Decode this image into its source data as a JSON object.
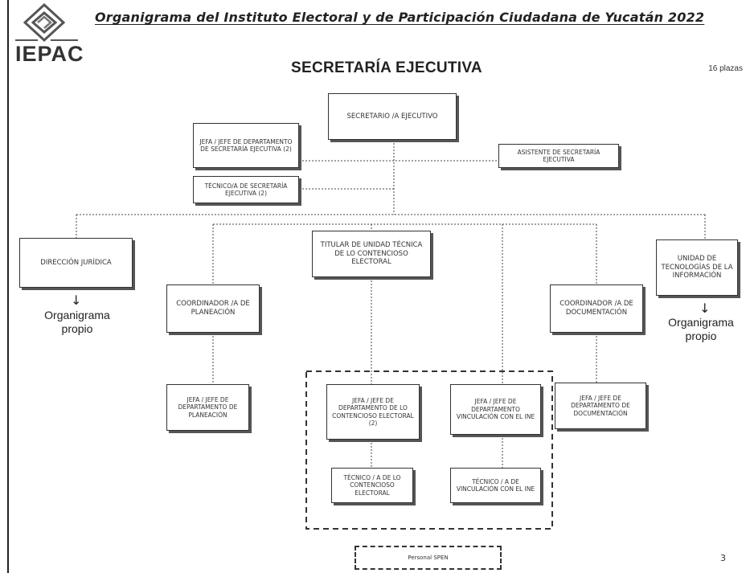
{
  "header": {
    "title": "Organigrama del Instituto Electoral y de Participación Ciudadana de Yucatán 2022",
    "logo_text": "IEPAC",
    "section": "SECRETARÍA EJECUTIVA",
    "plazas": "16 plazas"
  },
  "boxes": {
    "secretario": "SECRETARIO /A EJECUTIVO",
    "jefe_secretaria": "JEFA / JEFE DE DEPARTAMENTO DE SECRETARÍA EJECUTIVA (2)",
    "asistente": "ASISTENTE DE SECRETARÍA EJECUTIVA",
    "tecnico_secretaria": "TÉCNICO/A DE SECRETARÍA EJECUTIVA (2)",
    "direccion_juridica": "DIRECCIÓN JURÍDICA",
    "titular_contencioso": "TITULAR DE UNIDAD TÉCNICA DE LO CONTENCIOSO ELECTORAL",
    "unidad_ti": "UNIDAD DE TECNOLOGÍAS DE LA INFORMACIÓN",
    "coord_planeacion": "COORDINADOR /A DE PLANEACIÓN",
    "coord_documentacion": "COORDINADOR /A DE DOCUMENTACIÓN",
    "jefe_planeacion": "JEFA / JEFE DE DEPARTAMENTO DE PLANEACIÓN",
    "jefe_contencioso": "JEFA / JEFE DE DEPARTAMENTO DE LO CONTENCIOSO ELECTORAL (2)",
    "jefe_vinculacion": "JEFA / JEFE DE DEPARTAMENTO VINCULACIÓN CON EL INE",
    "jefe_documentacion": "JEFA / JEFE DE DEPARTAMENTO DE DOCUMENTACIÓN",
    "tecnico_contencioso": "TÉCNICO / A DE LO CONTENCIOSO ELECTORAL",
    "tecnico_vinculacion": "TÉCNICO / A DE VINCULACIÓN CON EL INE"
  },
  "notes": {
    "organigrama_left": "Organigrama propio",
    "organigrama_right": "Organigrama propio"
  },
  "legend": {
    "spen": "Personal SPEN"
  },
  "page_number": "3"
}
